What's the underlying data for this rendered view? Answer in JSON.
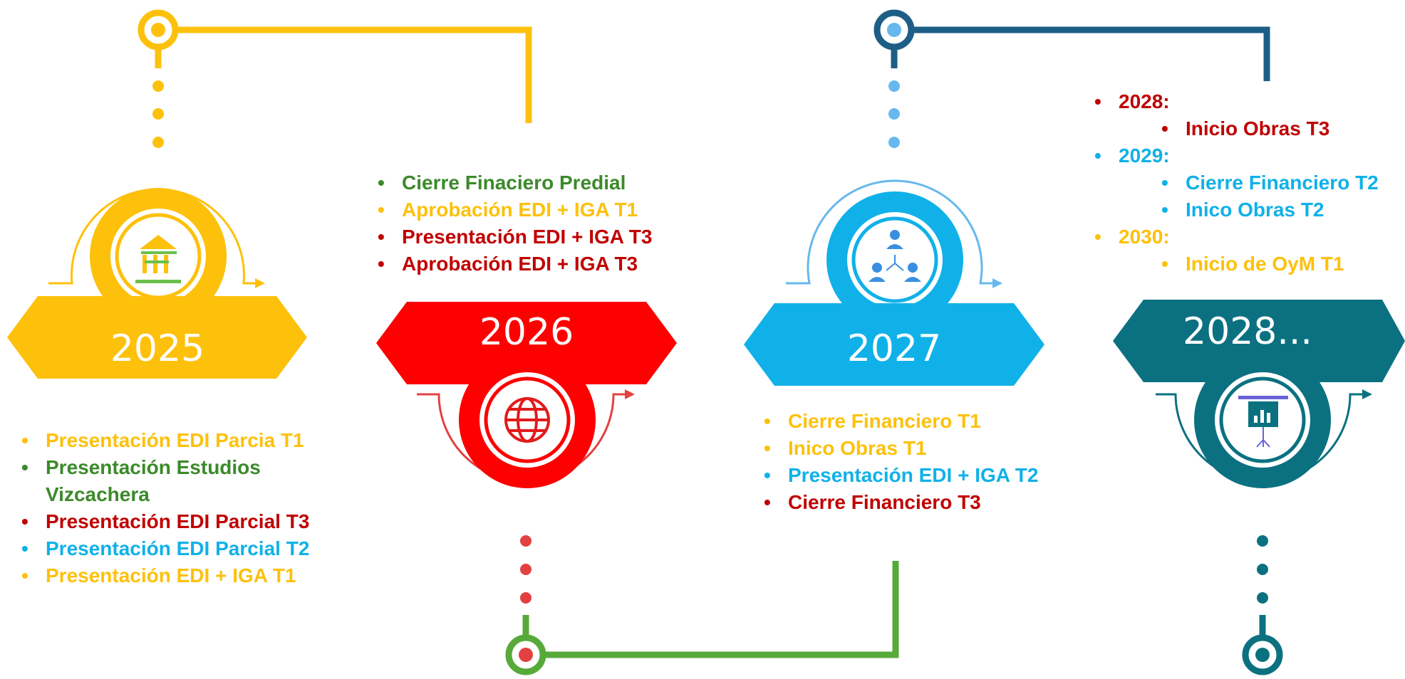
{
  "colors": {
    "yellow": "#fdc10c",
    "red": "#fd0000",
    "green": "#57aa3a",
    "darkgreen": "#3b8a2a",
    "cyan": "#10b1e8",
    "darkred": "#c00000",
    "teal": "#0b7181",
    "navy": "#1c5e86"
  },
  "milestones": [
    {
      "year": "2025",
      "icon": "bank-icon",
      "items": [
        {
          "text": "Presentación EDI Parcia T1",
          "color": "#fdc10c"
        },
        {
          "text": "Presentación Estudios Vizcachera",
          "color": "#3b8a2a",
          "wrap": true
        },
        {
          "text": "Presentación EDI Parcial T3",
          "color": "#c00000"
        },
        {
          "text": "Presentación EDI Parcial T2",
          "color": "#10b1e8"
        },
        {
          "text": "Presentación EDI + IGA T1",
          "color": "#fdc10c"
        }
      ]
    },
    {
      "year": "2026",
      "icon": "globe-icon",
      "items": [
        {
          "text": "Cierre Finaciero Predial",
          "color": "#3b8a2a"
        },
        {
          "text": "Aprobación EDI + IGA T1",
          "color": "#fdc10c"
        },
        {
          "text": "Presentación  EDI + IGA T3",
          "color": "#c00000"
        },
        {
          "text": " Aprobación  EDI + IGA T3",
          "color": "#c00000"
        }
      ]
    },
    {
      "year": "2027",
      "icon": "network-users-icon",
      "items": [
        {
          "text": "Cierre Financiero T1",
          "color": "#fdc10c"
        },
        {
          "text": "Inico Obras T1",
          "color": "#fdc10c"
        },
        {
          "text": "Presentación EDI + IGA T2",
          "color": "#10b1e8"
        },
        {
          "text": " Cierre Financiero T3",
          "color": "#c00000"
        }
      ]
    },
    {
      "year": "2028...",
      "icon": "presentation-chart-icon",
      "items": [
        {
          "text": "2028:",
          "color": "#c00000"
        },
        {
          "text": " Inicio Obras T3",
          "color": "#c00000",
          "sub": true
        },
        {
          "text": "2029:",
          "color": "#10b1e8"
        },
        {
          "text": "Cierre Financiero T2",
          "color": "#10b1e8",
          "sub": true
        },
        {
          "text": "Inico Obras T2",
          "color": "#10b1e8",
          "sub": true
        },
        {
          "text": "2030:",
          "color": "#fdc10c"
        },
        {
          "text": "Inicio de OyM T1",
          "color": "#fdc10c",
          "sub": true
        }
      ]
    }
  ]
}
